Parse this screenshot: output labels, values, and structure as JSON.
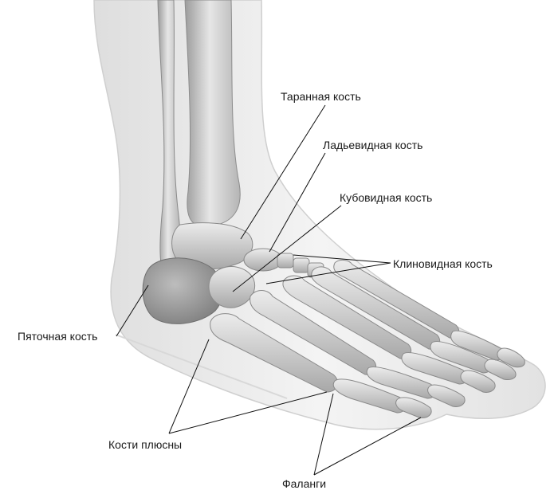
{
  "labels": {
    "talus": "Таранная кость",
    "navicular": "Ладьевидная кость",
    "cuboid": "Кубовидная кость",
    "cuneiform": "Клиновидная кость",
    "calcaneus": "Пяточная кость",
    "metatarsals": "Кости плюсны",
    "phalanges": "Фаланги"
  },
  "colors": {
    "skin": "#e8e8e8",
    "skin_edge": "#c9c9c9",
    "bone": "#cfcfcf",
    "bone_dark": "#9a9a9a",
    "bone_light": "#f2f2f2",
    "leader": "#111111"
  }
}
